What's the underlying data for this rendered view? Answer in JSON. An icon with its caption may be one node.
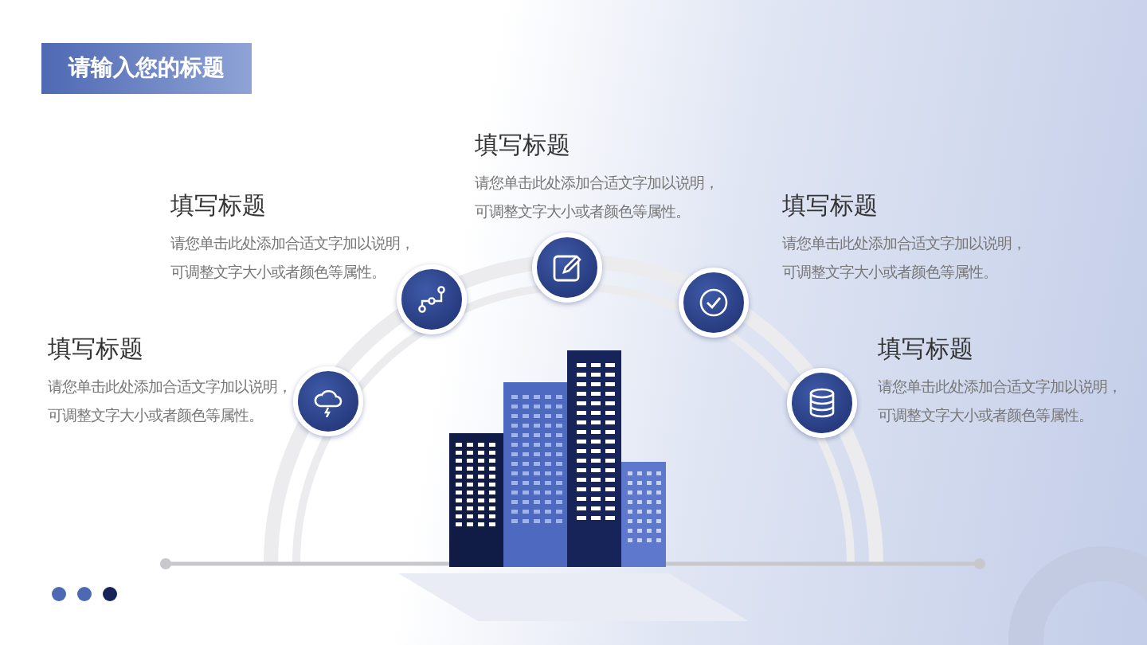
{
  "diagram": {
    "title": "请输入您的标题",
    "nodes": [
      {
        "text": [],
        "shape": "circle",
        "beside": [
          "填写标题",
          "请您单击此处添加合适文字加以说明，可调整文字大小或者颜色等属性。"
        ]
      },
      {
        "text": [],
        "shape": "circle",
        "beside": [
          "填写标题",
          "请您单击此处添加合适文字加以说明，可调整文字大小或者颜色等属性。"
        ]
      },
      {
        "text": [],
        "shape": "circle",
        "beside": [
          "填写标题",
          "请您单击此处添加合适文字加以说明，可调整文字大小或者颜色等属性。"
        ]
      },
      {
        "text": [],
        "shape": "circle",
        "beside": [
          "填写标题",
          "请您单击此处添加合适文字加以说明，可调整文字大小或者颜色等属性。"
        ]
      },
      {
        "text": [],
        "shape": "circle",
        "beside": [
          "填写标题",
          "请您单击此处添加合适文字加以说明，可调整文字大小或者颜色等属性。"
        ]
      }
    ]
  }
}
